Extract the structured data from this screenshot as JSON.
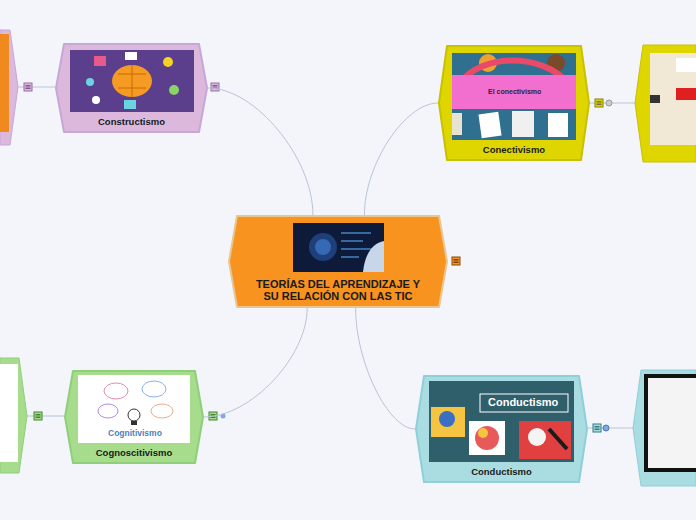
{
  "diagram": {
    "nodes": [
      {
        "text": [
          "TEORÍAS DEL APRENDIZAJE Y SU RELACIÓN CON LAS TIC"
        ]
      },
      {
        "text": [
          "Constructismo"
        ]
      },
      {
        "text": [
          "Conectivismo"
        ]
      },
      {
        "text": [
          "Cognoscitivismo"
        ]
      },
      {
        "text": [
          "Conductismo"
        ]
      }
    ],
    "edges": [
      {
        "from": 0,
        "to": 1,
        "arrow": "none"
      },
      {
        "from": 0,
        "to": 2,
        "arrow": "none"
      },
      {
        "from": 0,
        "to": 3,
        "arrow": "none"
      },
      {
        "from": 0,
        "to": 4,
        "arrow": "none"
      }
    ],
    "labels": [
      "El conectivismo",
      "Cognitivismo",
      "Conductismo"
    ]
  }
}
